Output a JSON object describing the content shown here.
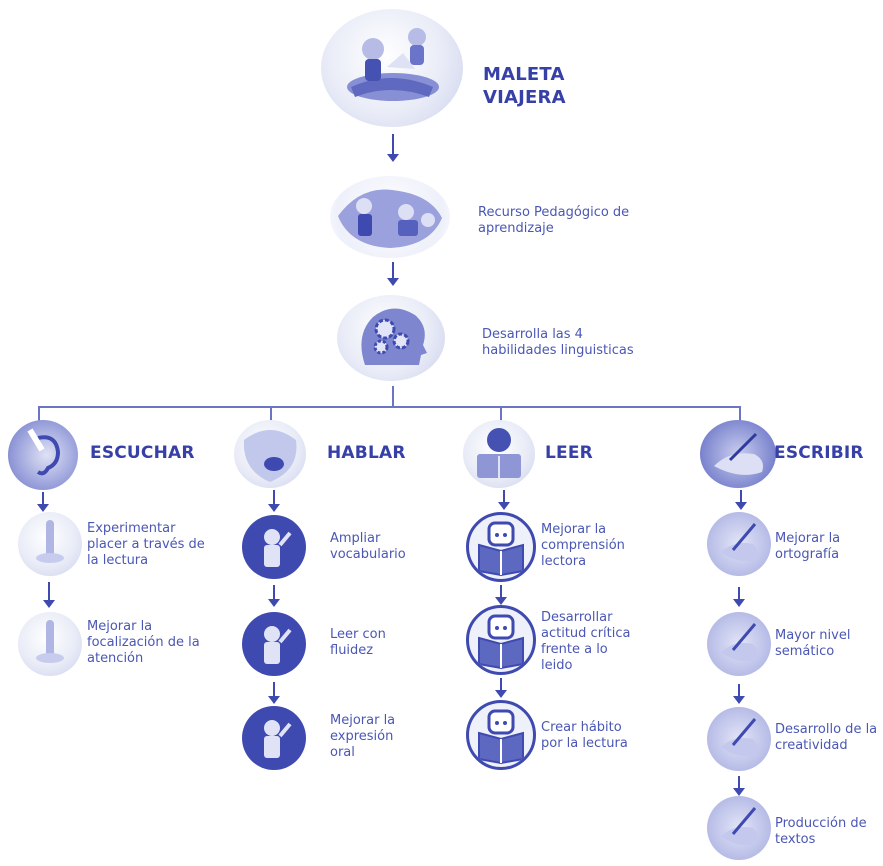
{
  "top": {
    "title": "MALETA\nVIAJERA",
    "resource": "Recurso Pedagógico de\naprendizaje",
    "skills": "Desarrolla las 4\nhabilidades linguisticas"
  },
  "columns": [
    {
      "heading": "ESCUCHAR",
      "icon": "ear-icon",
      "items": [
        "Experimentar\nplacer a través de\nla lectura",
        "Mejorar la\nfocalización de la\natención"
      ]
    },
    {
      "heading": "HABLAR",
      "icon": "mouth-icon",
      "items": [
        "Ampliar\nvocabulario",
        "Leer con\nfluidez",
        "Mejorar la\nexpresión\noral"
      ]
    },
    {
      "heading": "LEER",
      "icon": "reading-child-icon",
      "items": [
        "Mejorar la\ncomprensión\nlectora",
        "Desarrollar\nactitud crítica\nfrente a lo\nleido",
        "Crear hábito\npor la lectura"
      ]
    },
    {
      "heading": "ESCRIBIR",
      "icon": "writing-hand-icon",
      "items": [
        "Mejorar la\nortografía",
        "Mayor nivel\nsemático",
        "Desarrollo de la\ncreatividad",
        "Producción de\ntextos"
      ]
    }
  ],
  "colors": {
    "primary": "#3640a6",
    "text": "#4a57b4",
    "connector": "#6c74c4"
  }
}
